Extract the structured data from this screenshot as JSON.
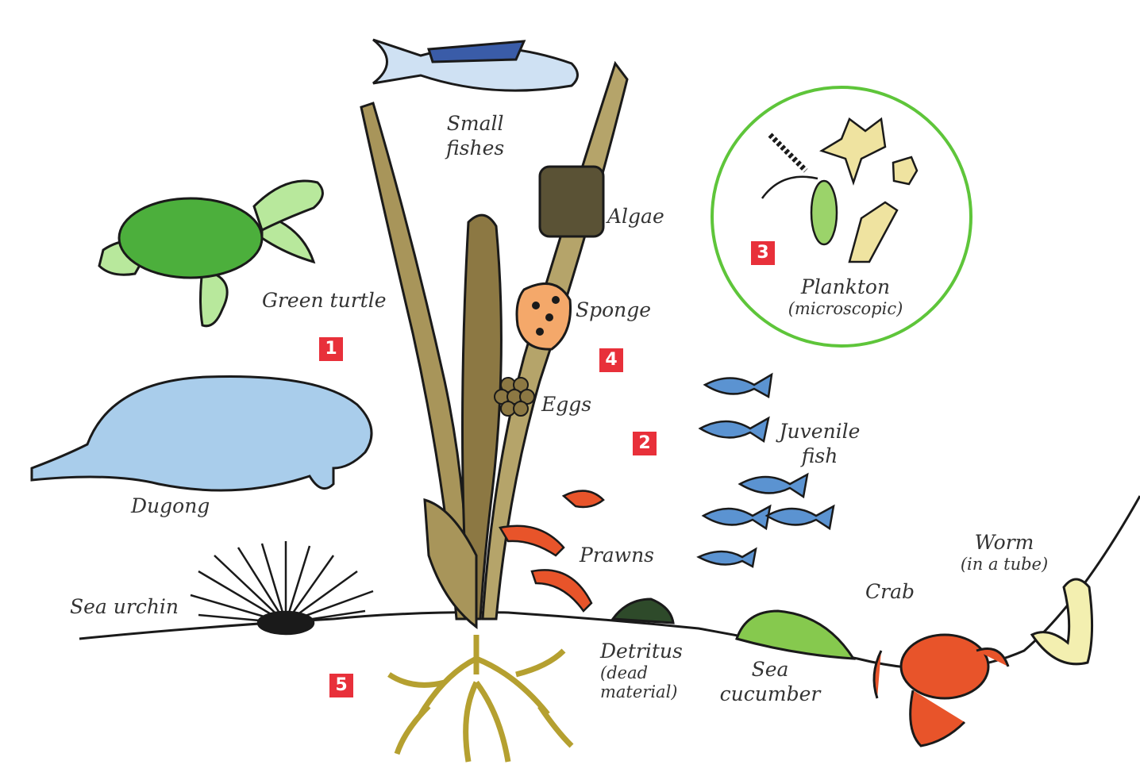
{
  "labels": {
    "small_fishes_1": "Small",
    "small_fishes_2": "fishes",
    "algae": "Algae",
    "sponge": "Sponge",
    "eggs": "Eggs",
    "green_turtle": "Green turtle",
    "dugong": "Dugong",
    "plankton": "Plankton",
    "plankton_note": "(microscopic)",
    "juvenile_fish_1": "Juvenile",
    "juvenile_fish_2": "fish",
    "prawns": "Prawns",
    "sea_urchin": "Sea urchin",
    "detritus": "Detritus",
    "detritus_note_1": "(dead",
    "detritus_note_2": "material)",
    "sea_cucumber_1": "Sea",
    "sea_cucumber_2": "cucumber",
    "crab": "Crab",
    "worm": "Worm",
    "worm_note": "(in a tube)"
  },
  "markers": [
    "1",
    "2",
    "3",
    "4",
    "5"
  ],
  "colors": {
    "marker": "#e8303a",
    "plankton_ring": "#5ec53a",
    "seagrass": "#a8955a",
    "turtle": "#7fd36a",
    "dugong": "#a9cdeb",
    "crab": "#e8542a",
    "sea_cucumber": "#86c94e",
    "juvenile_fish": "#5b93d1",
    "outline": "#1a1a1a"
  }
}
